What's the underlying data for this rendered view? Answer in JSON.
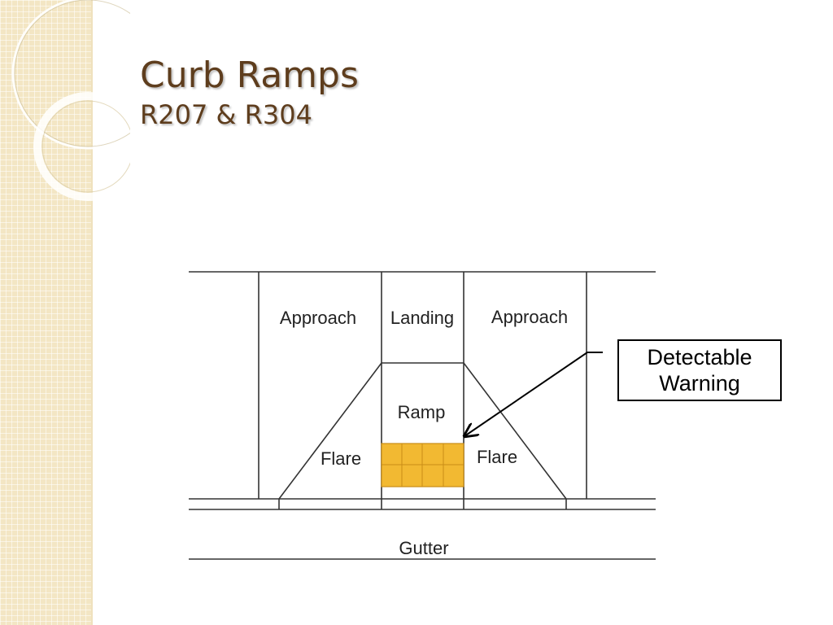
{
  "slide": {
    "title": "Curb Ramps",
    "subtitle": "R207 & R304"
  },
  "diagram": {
    "labels": {
      "approach_left": "Approach",
      "landing": "Landing",
      "approach_right": "Approach",
      "ramp": "Ramp",
      "flare_left": "Flare",
      "flare_right": "Flare",
      "gutter": "Gutter"
    },
    "callout": {
      "line1": "Detectable",
      "line2": "Warning"
    },
    "colors": {
      "detectable_warning": "#f2b932",
      "grid_lines": "#c98d17",
      "lines": "#333333",
      "title": "#5e3d1d",
      "side_band": "#f3e6c4"
    }
  }
}
